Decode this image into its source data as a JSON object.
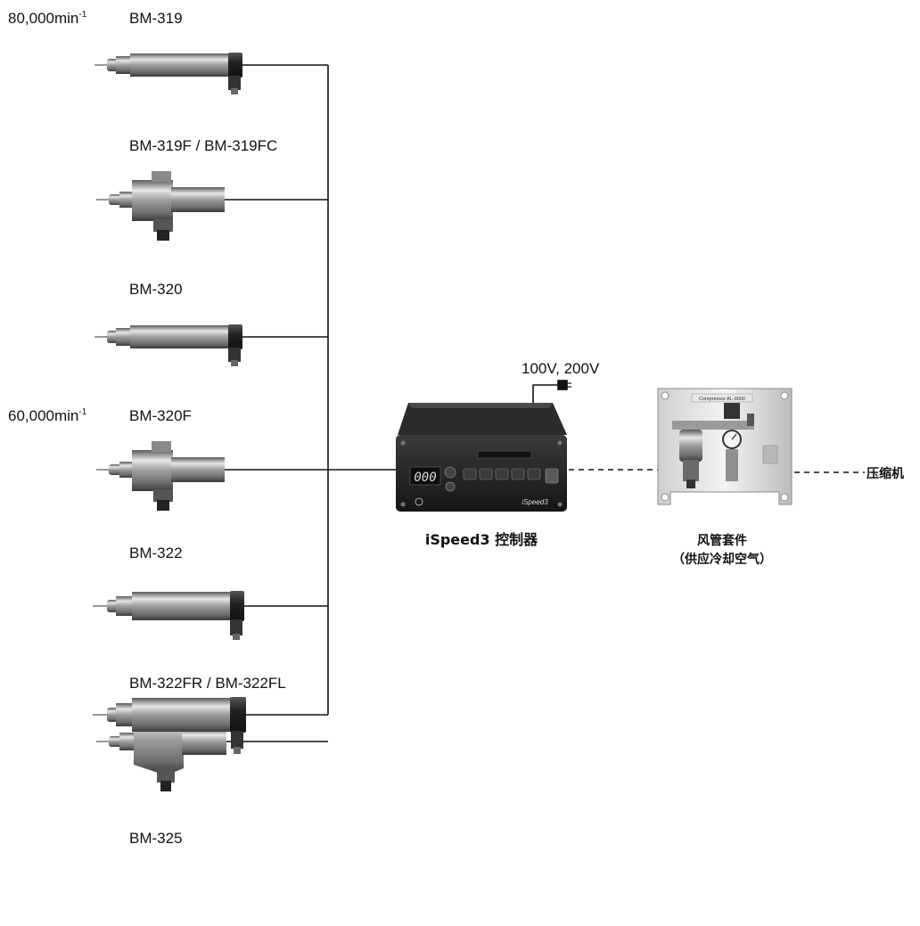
{
  "speed_labels": {
    "speed_80k": {
      "value": "80,000min",
      "exp": "-1"
    },
    "speed_60k": {
      "value": "60,000min",
      "exp": "-1"
    }
  },
  "spindles": [
    {
      "model": "BM-319",
      "style": "straight"
    },
    {
      "model": "BM-319F / BM-319FC",
      "style": "flange"
    },
    {
      "model": "BM-320",
      "style": "straight"
    },
    {
      "model": "BM-320F",
      "style": "flange"
    },
    {
      "model": "BM-322",
      "style": "straight"
    },
    {
      "model": "BM-322FR / BM-322FL",
      "style": "flange-large"
    },
    {
      "model": "BM-325",
      "style": "straight"
    }
  ],
  "controller": {
    "name": "iSpeed3 控制器",
    "power": "100V, 200V",
    "display_value": "000",
    "brand_text": "iSpeed3"
  },
  "air_kit": {
    "line1": "风管套件",
    "line2": "（供应冷却空气）",
    "panel_text": "Compressor AL-0000"
  },
  "compressor": "压缩机"
}
